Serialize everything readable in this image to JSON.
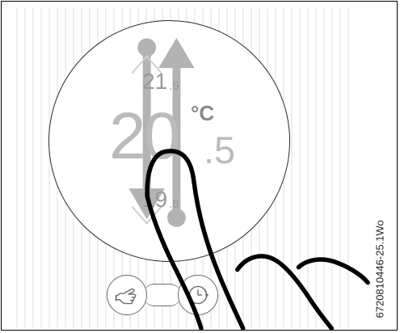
{
  "figure": {
    "reference_code": "6720810446-25.1Wo",
    "current_temperature": {
      "integer": "20",
      "decimal": ".5",
      "unit": "°C"
    },
    "setpoints": {
      "upper": {
        "integer": "21",
        "decimal": ".5"
      },
      "lower": {
        "integer": "19",
        "decimal": ".5"
      }
    },
    "icons": {
      "left_button": "hand-icon",
      "right_button": "clock-icon",
      "gesture": "swipe-hand-icon",
      "arrow_up": "up-arrow-icon",
      "arrow_down": "down-arrow-icon"
    },
    "colors": {
      "outline": "#000000",
      "dial_text": "#bbbbbb",
      "unit_text": "#888888",
      "arrow_fill": "#b3b3b3",
      "button_outline": "#6b6b6b"
    }
  }
}
